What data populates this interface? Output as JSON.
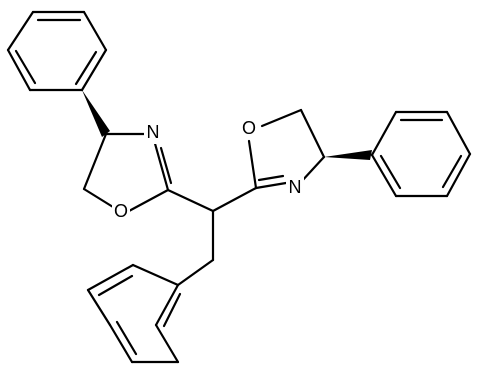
{
  "molecule": {
    "atom_labels": {
      "n_left": "N",
      "o_left": "O",
      "o_right": "O",
      "n_right": "N"
    }
  }
}
